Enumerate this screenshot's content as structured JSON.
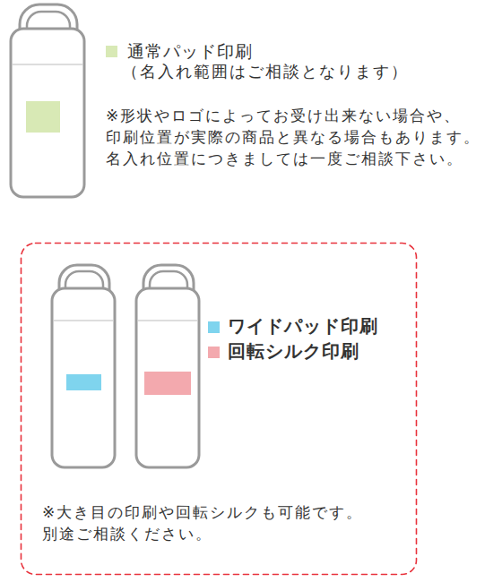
{
  "diagram": {
    "nodes": [
      {
        "text": [
          "※大き目の印刷や回転シルクも可能です。 別途ご相談ください。"
        ]
      }
    ],
    "labels": [
      "（名入れ範囲はご相談となります）",
      "※形状やロゴによってお受け出来ない場合や、 印刷位置が実際の商品と異なる場合もあります。 名入れ位置につきましては一度ご相談下さい。"
    ],
    "legend": [
      {
        "text": "通常パッド印刷",
        "color": "#d8e9b5"
      },
      {
        "text": "ワイドパッド印刷",
        "color": "#7fd4ee"
      },
      {
        "text": "回転シルク印刷",
        "color": "#f3a9ae"
      }
    ]
  }
}
